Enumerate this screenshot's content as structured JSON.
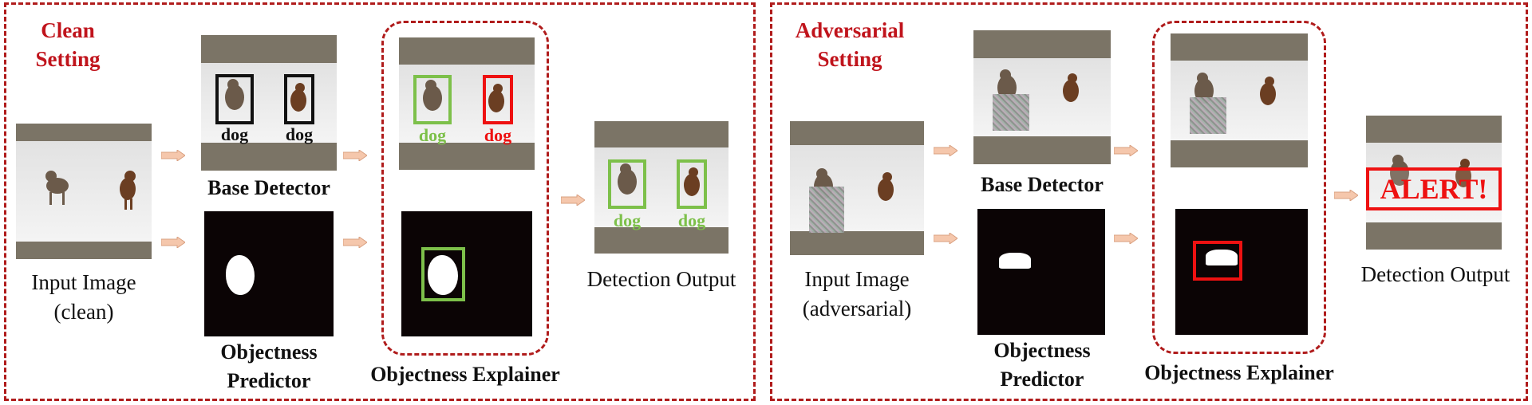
{
  "colors": {
    "border_red": "#b01c1c",
    "title_red": "#c0141c",
    "green": "#7dc04a",
    "red": "#ee1111",
    "black": "#111111"
  },
  "clean": {
    "title_line1": "Clean",
    "title_line2": "Setting",
    "input_caption_line1": "Input Image",
    "input_caption_line2": "(clean)",
    "base_detector": "Base Detector",
    "objectness_predictor_line1": "Objectness",
    "objectness_predictor_line2": "Predictor",
    "objectness_explainer": "Objectness Explainer",
    "detection_output": "Detection Output",
    "labels": {
      "dog1": "dog",
      "dog2": "dog",
      "exp_dog1": "dog",
      "exp_dog2": "dog",
      "out_dog1": "dog",
      "out_dog2": "dog"
    }
  },
  "adversarial": {
    "title_line1": "Adversarial",
    "title_line2": "Setting",
    "input_caption_line1": "Input Image",
    "input_caption_line2": "(adversarial)",
    "base_detector": "Base Detector",
    "objectness_predictor_line1": "Objectness",
    "objectness_predictor_line2": "Predictor",
    "objectness_explainer": "Objectness Explainer",
    "detection_output": "Detection Output",
    "alert": "ALERT!"
  },
  "icons": [
    "arrow-right-icon",
    "dog-icon",
    "noise-patch-icon",
    "mask-blob-icon"
  ]
}
